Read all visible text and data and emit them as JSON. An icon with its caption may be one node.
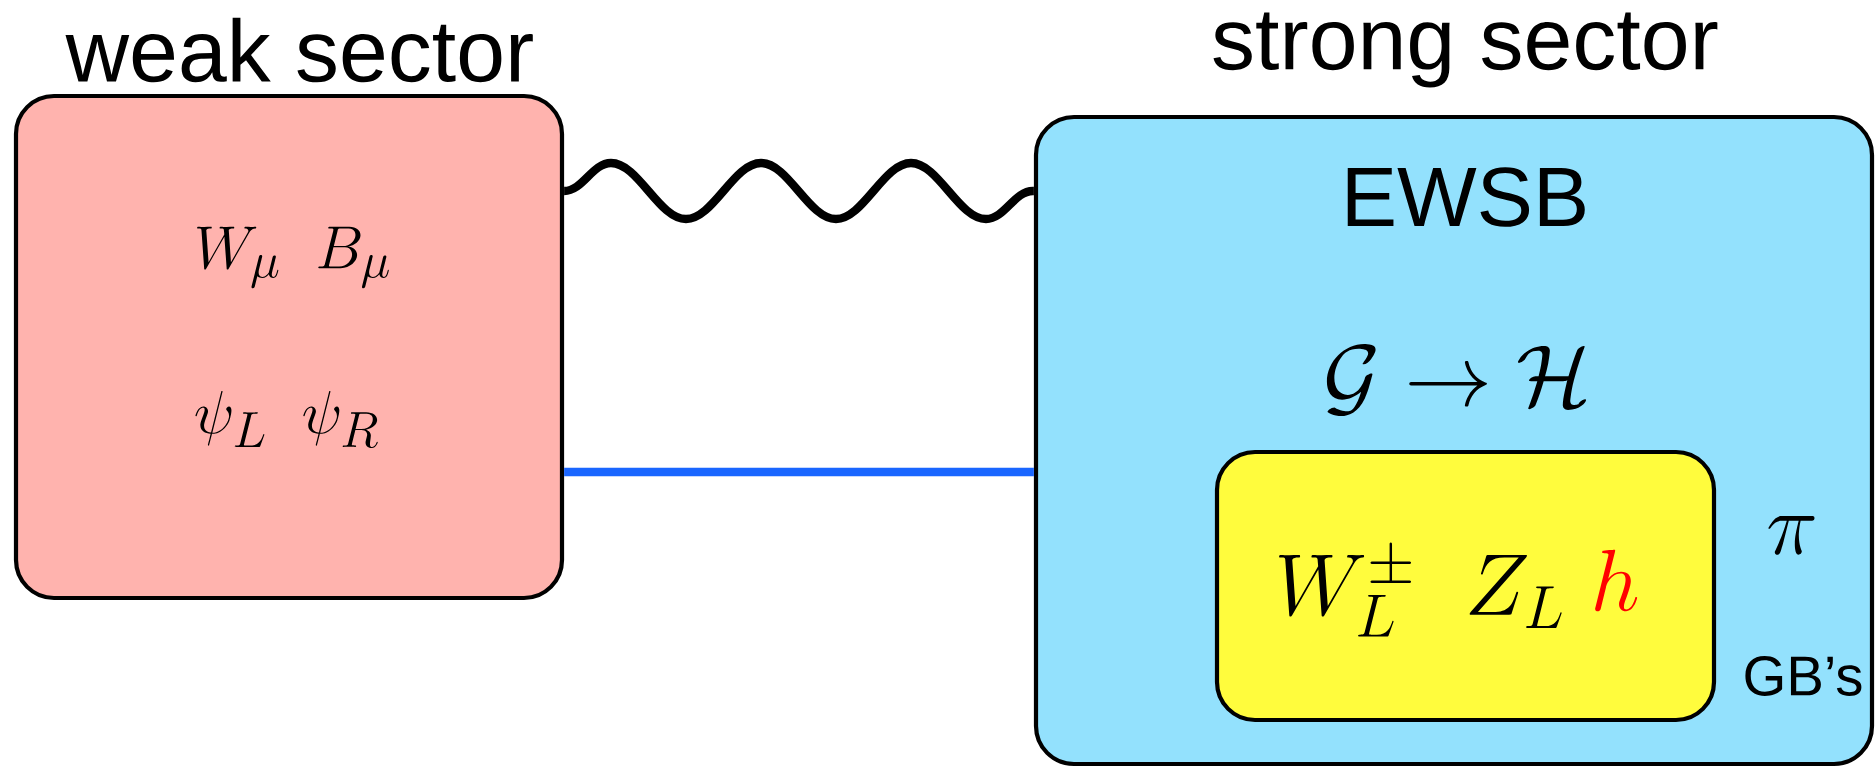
{
  "diagram": {
    "nodes": [
      {
        "text": [
          "weak sector",
          "W_\\mu\\;\\; B_\\mu",
          "\\psi_L\\;\\; \\psi_R"
        ]
      },
      {
        "text": [
          "strong sector",
          "EWSB",
          "\\mathcal{G}\\to\\mathcal{H}",
          "\\pi",
          "GB’s"
        ]
      },
      {
        "text": [
          "W_L^{\\pm}\\;\\; Z_L",
          "h"
        ],
        "in": 1
      }
    ],
    "edges": [
      {
        "from": 0,
        "to": 1,
        "arrow": "none"
      },
      {
        "from": 0,
        "to": 1,
        "arrow": "none",
        "color": "#1a66ff"
      }
    ]
  }
}
